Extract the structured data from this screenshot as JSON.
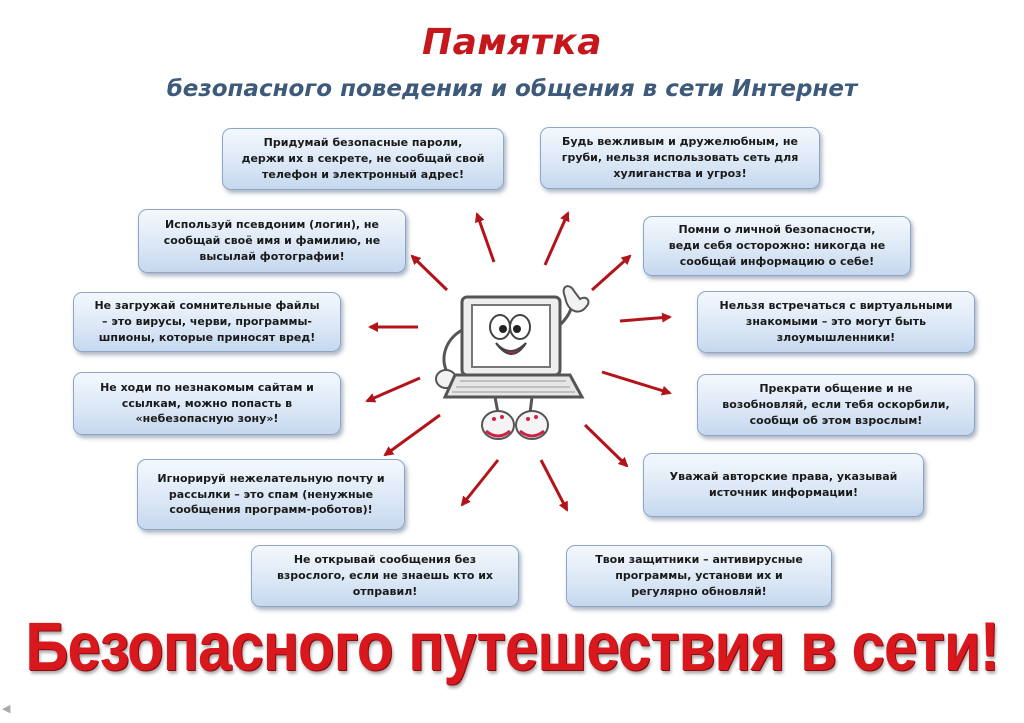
{
  "title": "Памятка",
  "subtitle": "безопасного поведения и общения в сети Интернет",
  "tips": {
    "t1": "Придумай безопасные пароли,\nдержи их в секрете, не сообщай свой\nтелефон и электронный адрес!",
    "t2": "Будь вежливым и дружелюбным, не\nгруби, нельзя использовать сеть для\nхулиганства и угроз!",
    "t3": "Используй псевдоним (логин), не\nсообщай своё имя и фамилию, не\nвысылай фотографии!",
    "t4": "Помни о личной безопасности,\nведи себя осторожно: никогда не\nсообщай информацию о себе!",
    "t5": "Не загружай сомнительные файлы\n– это вирусы, черви, программы-\nшпионы, которые приносят вред!",
    "t6": "Нельзя встречаться с виртуальными\nзнакомыми – это могут быть\nзлоумышленники!",
    "t7": "Не ходи по незнакомым сайтам и\nссылкам, можно попасть в\n«небезопасную зону»!",
    "t8": "Прекрати общение и не\nвозобновляй, если тебя оскорбили,\nсообщи об этом взрослым!",
    "t9": "Игнорируй нежелательную почту и\nрассылки – это спам (ненужные\nсообщения программ-роботов)!",
    "t10": "Уважай авторские  права, указывай\nисточник информации!",
    "t11": "Не открывай сообщения без\nвзрослого, если не знаешь кто их\nотправил!",
    "t12": "Твои защитники – антивирусные\nпрограммы, установи их и\nрегулярно обновляй!"
  },
  "slogan": "Безопасного путешествия в сети!",
  "colors": {
    "title": "#c5171c",
    "subtitle": "#3d5a7a",
    "arrow": "#b3141a",
    "slogan": "#d9181e",
    "box_fill": "#dce8f6",
    "box_border": "#8aa6c8"
  },
  "icons": {
    "mascot": "laptop-mascot-icon",
    "corner": "back-arrow-icon"
  }
}
